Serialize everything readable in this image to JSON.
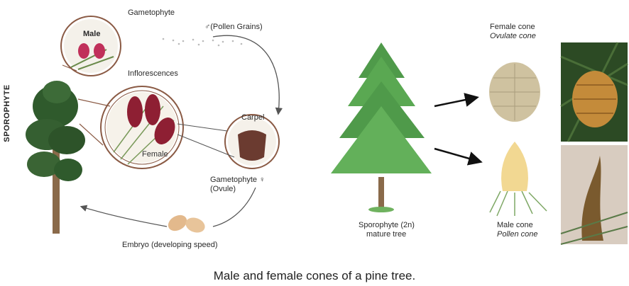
{
  "labels": {
    "sporophyte": "SPOROPHYTE",
    "gametophyte": "Gametophyte",
    "pollen_grains": "♂(Pollen Grains)",
    "male": "Male",
    "inflorescences": "Inflorescences",
    "female": "Female",
    "carpel": "Carpel",
    "gametophyte_ovule_line1": "Gametophyte ♀",
    "gametophyte_ovule_line2": "(Ovule)",
    "embryo": "Embryo (developing speed)",
    "sporophyte_tree_line1": "Sporophyte (2n)",
    "sporophyte_tree_line2": "mature tree",
    "female_cone_line1": "Female cone",
    "female_cone_line2": "Ovulate cone",
    "male_cone_line1": "Male cone",
    "male_cone_line2": "Pollen cone"
  },
  "caption": "Male and female cones of a pine tree.",
  "colors": {
    "ring": "#8a5a44",
    "arrow": "#555555",
    "tree_green": "#4f9a4a",
    "trunk": "#8a6a4a",
    "female_flower": "#8e1f33",
    "male_flower": "#c0305a",
    "cone_tan": "#cfc2a0",
    "male_cone_yellow": "#f2d892"
  }
}
